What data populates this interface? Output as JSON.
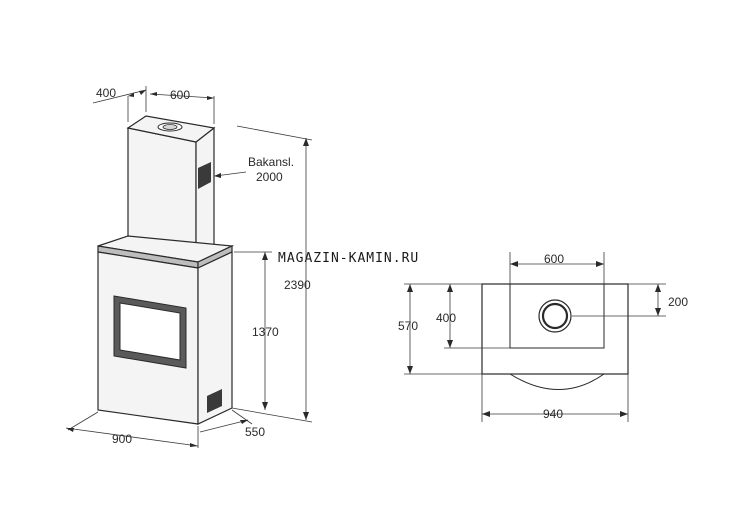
{
  "watermark": "MAGAZIN-KAMIN.RU",
  "side_view": {
    "dim_depth_top": "400",
    "dim_width_top": "600",
    "label_line1": "Bakansl.",
    "label_line2": "2000",
    "dim_total_height": "2390",
    "dim_body_height": "1370",
    "dim_body_width": "900",
    "dim_body_depth": "550"
  },
  "top_view": {
    "dim_flue_width": "600",
    "dim_flue_offset": "200",
    "dim_total_depth": "570",
    "dim_flue_depth": "400",
    "dim_total_width": "940"
  }
}
